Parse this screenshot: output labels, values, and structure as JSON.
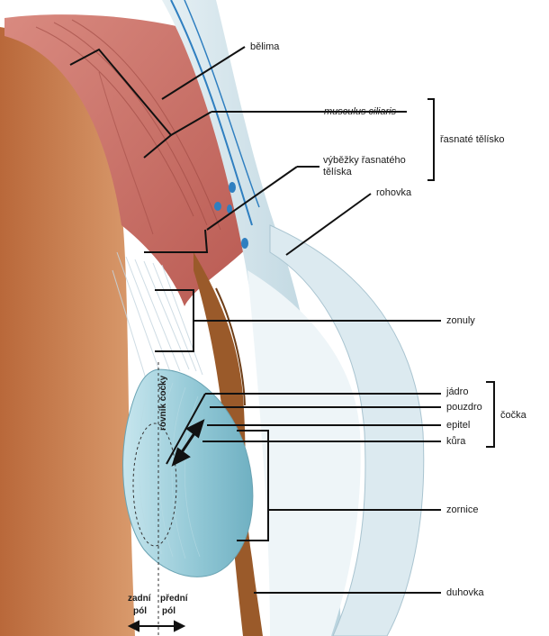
{
  "labels": {
    "belima": "bělima",
    "musculus_ciliaris": "musculus ciliaris",
    "rasnate_telisko": "řasnaté tělísko",
    "vybezky_1": "výběžky řasnatého",
    "vybezky_2": "tělíska",
    "rohovka": "rohovka",
    "zonuly": "zonuly",
    "jadro": "jádro",
    "pouzdro": "pouzdro",
    "cocka": "čočka",
    "epitel": "epitel",
    "kura": "kůra",
    "zornice": "zornice",
    "duhovka": "duhovka",
    "rovnik_cocky": "rovník čočky",
    "zadni_1": "zadní",
    "zadni_2": "pól",
    "predni_1": "přední",
    "predni_2": "pól"
  },
  "colors": {
    "muscle": "#c9706a",
    "muscle_dark": "#a8504a",
    "vitreous": "#c9794a",
    "sclera": "#e9eef2",
    "cornea": "#cfe0e8",
    "lens": "#9fd0dc",
    "iris": "#9a5a2a",
    "vessel": "#2f7fc0"
  }
}
